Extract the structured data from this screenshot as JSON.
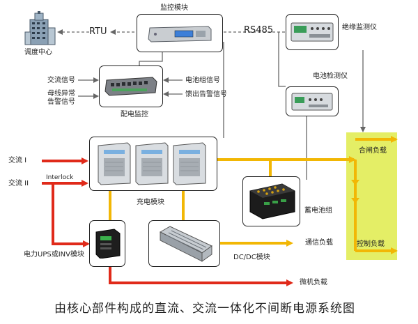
{
  "caption": "由核心部件构成的直流、交流一体化不间断电源系统图",
  "labels": {
    "dispatch_center": "调度中心",
    "rtu": "RTU",
    "monitor_module": "监控模块",
    "rs485": "RS485",
    "insulation_monitor": "绝缘监测仪",
    "battery_monitor": "电池检测仪",
    "distribution_monitor": "配电监控",
    "ac_signal": "交流信号",
    "bus_alarm": "母线异常\n告警信号",
    "battery_group_signal": "电池组信号",
    "feeder_alarm": "馈出告警信号",
    "ac_in_1": "交流 I",
    "ac_in_2": "交流 II",
    "interlock": "Interlock",
    "charger_module": "充电模块",
    "battery_bank": "蓄电池组",
    "ups_module": "电力UPS或INV模块",
    "dcdc_module": "DC/DC模块",
    "comm_load": "通信负载",
    "micro_load": "微机负载",
    "closing_load": "合闸负载",
    "control_load": "控制负载"
  },
  "colors": {
    "ac_line": "#e02a1a",
    "dc_line": "#f2b705",
    "load_panel": "#e4ee66",
    "signal_line": "#666666"
  },
  "icons": {
    "building": "building-icon",
    "charger_units": "rectifier-unit-icon",
    "battery": "battery-bank-icon",
    "ups": "ups-unit-icon",
    "dcdc": "dcdc-converter-icon"
  }
}
